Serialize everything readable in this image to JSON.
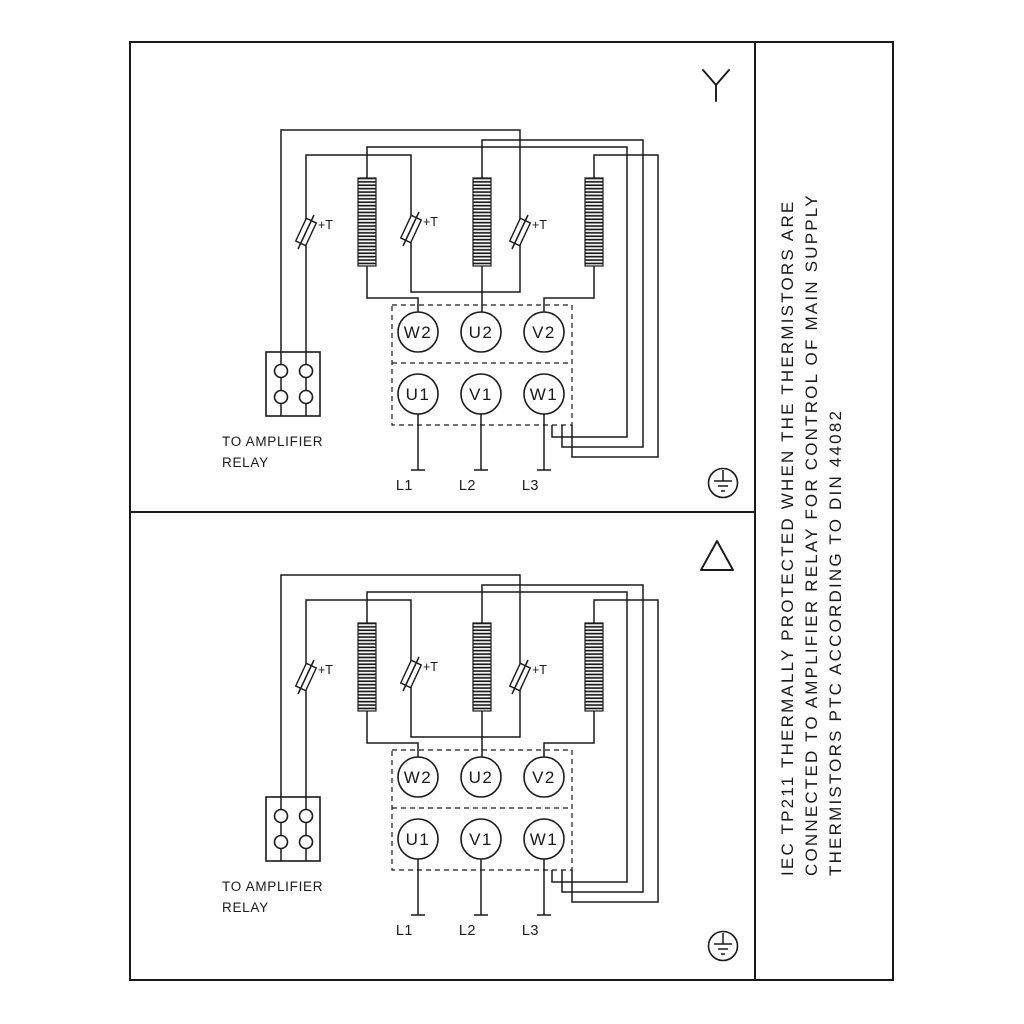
{
  "page": {
    "background": "#ffffff",
    "ink": "#1a1a1a"
  },
  "panels": [
    {
      "id": "star-connection",
      "connection_icon": "star-icon",
      "thermistor_labels": [
        "+T",
        "+T",
        "+T"
      ],
      "relay_caption": {
        "line1": "TO AMPLIFIER",
        "line2": "RELAY"
      },
      "terminals_top": [
        "W2",
        "U2",
        "V2"
      ],
      "terminals_bottom": [
        "U1",
        "V1",
        "W1"
      ],
      "supply_labels": [
        "L1",
        "L2",
        "L3"
      ]
    },
    {
      "id": "delta-connection",
      "connection_icon": "delta-icon",
      "thermistor_labels": [
        "+T",
        "+T",
        "+T"
      ],
      "relay_caption": {
        "line1": "TO AMPLIFIER",
        "line2": "RELAY"
      },
      "terminals_top": [
        "W2",
        "U2",
        "V2"
      ],
      "terminals_bottom": [
        "U1",
        "V1",
        "W1"
      ],
      "supply_labels": [
        "L1",
        "L2",
        "L3"
      ]
    }
  ],
  "sidebar": {
    "lines": [
      "IEC TP211 THERMALLY PROTECTED WHEN THE THERMISTORS ARE",
      "CONNECTED TO AMPLIFIER RELAY FOR CONTROL OF MAIN SUPPLY",
      "THERMISTORS PTC ACCORDING TO DIN 44082"
    ]
  }
}
